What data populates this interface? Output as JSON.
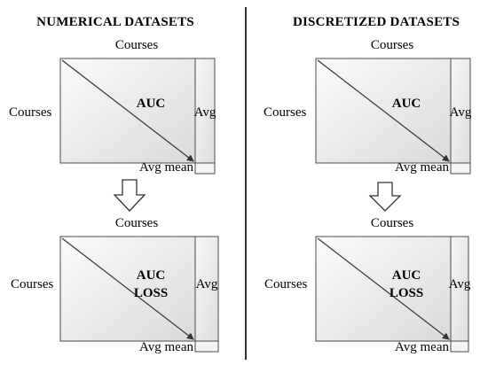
{
  "headers": {
    "left": "NUMERICAL DATASETS",
    "right": "DISCRETIZED DATASETS"
  },
  "panels": [
    {
      "id": "num-top",
      "top_label": "Courses",
      "left_label": "Courses",
      "center_lines": [
        "AUC"
      ],
      "side_label": "Avg",
      "bottom_label": "Avg mean"
    },
    {
      "id": "disc-top",
      "top_label": "Courses",
      "left_label": "Courses",
      "center_lines": [
        "AUC"
      ],
      "side_label": "Avg",
      "bottom_label": "Avg mean"
    },
    {
      "id": "num-bottom",
      "top_label": "Courses",
      "left_label": "Courses",
      "center_lines": [
        "AUC",
        "LOSS"
      ],
      "side_label": "Avg",
      "bottom_label": "Avg mean"
    },
    {
      "id": "disc-bottom",
      "top_label": "Courses",
      "left_label": "Courses",
      "center_lines": [
        "AUC",
        "LOSS"
      ],
      "side_label": "Avg",
      "bottom_label": "Avg mean"
    }
  ],
  "colors": {
    "box_fill_light": "#fafafa",
    "box_fill_dark": "#dcdcdc",
    "stroke": "#4a4a4a",
    "divider": "#333333"
  }
}
